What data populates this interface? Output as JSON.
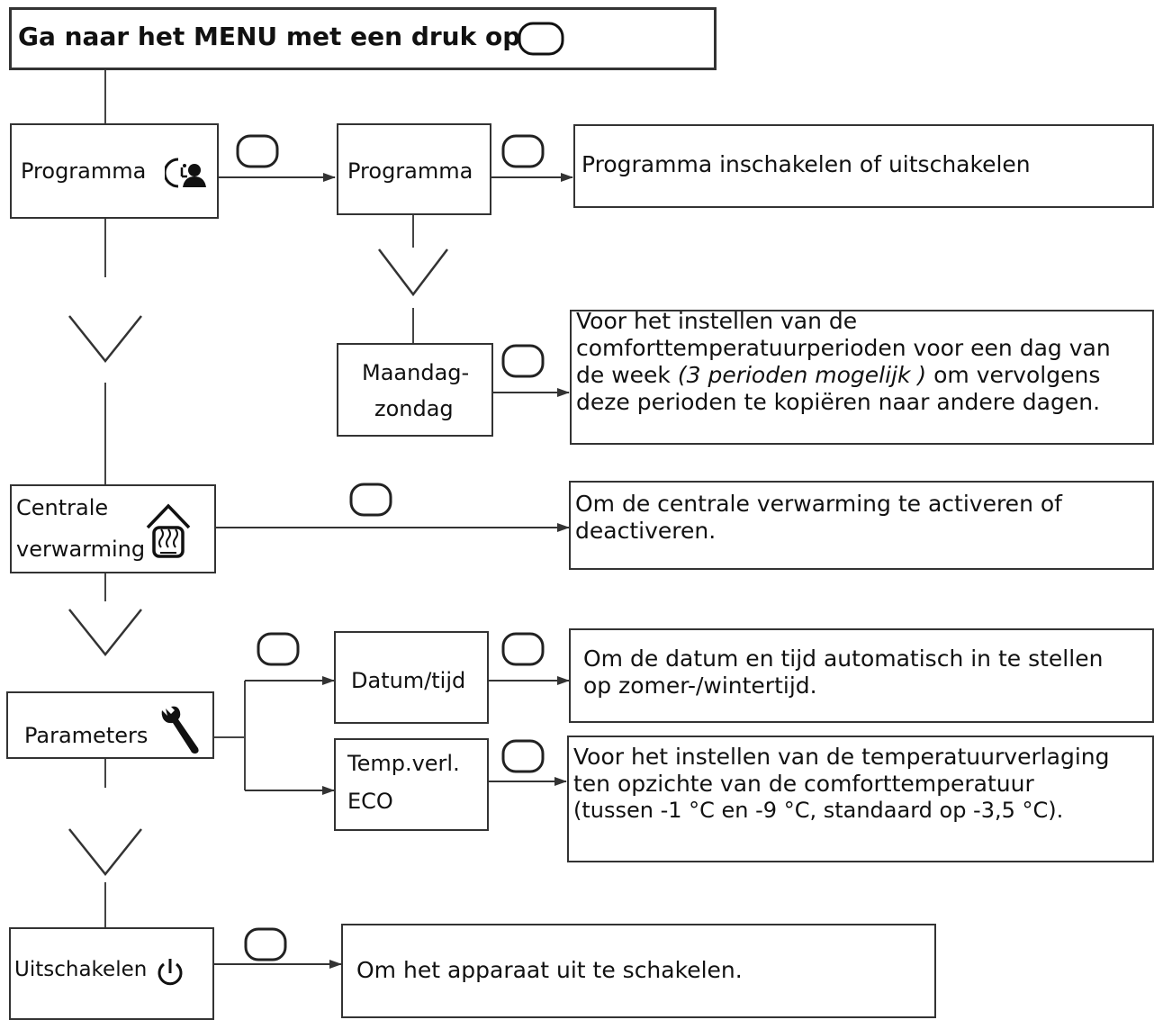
{
  "header": {
    "instruction": "Ga naar het MENU met een druk op"
  },
  "menu": {
    "programma": "Programma",
    "centrale_line1": "Centrale",
    "centrale_line2": "verwarming",
    "parameters": "Parameters",
    "uitschakelen": "Uitschakelen"
  },
  "submenu": {
    "programma": "Programma",
    "maandag_line1": "Maandag-",
    "maandag_line2": "zondag",
    "datum": "Datum/tijd",
    "temp_line1": "Temp.verl.",
    "temp_line2": "ECO"
  },
  "descriptions": {
    "programma": "Programma inschakelen of uitschakelen",
    "maandag_line1": "Voor het instellen van de",
    "maandag_line2": "comforttemperatuurperioden voor een dag van",
    "maandag_line3_pre": "de week ",
    "maandag_line3_italic": "(3 perioden mogelijk )",
    "maandag_line3_post": " om vervolgens",
    "maandag_line4": "deze perioden te kopiëren naar andere dagen.",
    "centrale_line1": "Om de centrale verwarming te activeren of",
    "centrale_line2": "deactiveren.",
    "datum_line1": "Om de datum en tijd automatisch in te stellen",
    "datum_line2": "op zomer-/wintertijd.",
    "temp_line1": "Voor het instellen van de temperatuurverlaging",
    "temp_line2": "ten opzichte van de comforttemperatuur",
    "temp_line3": "(tussen -1 °C en -9 °C, standaard op -3,5 °C).",
    "uitschakelen": "Om het apparaat uit te schakelen."
  },
  "icons": [
    "ok-button-icon",
    "clock-person-icon",
    "house-heating-icon",
    "wrench-icon",
    "power-icon",
    "chevron-down-icon",
    "arrow-right-icon"
  ]
}
